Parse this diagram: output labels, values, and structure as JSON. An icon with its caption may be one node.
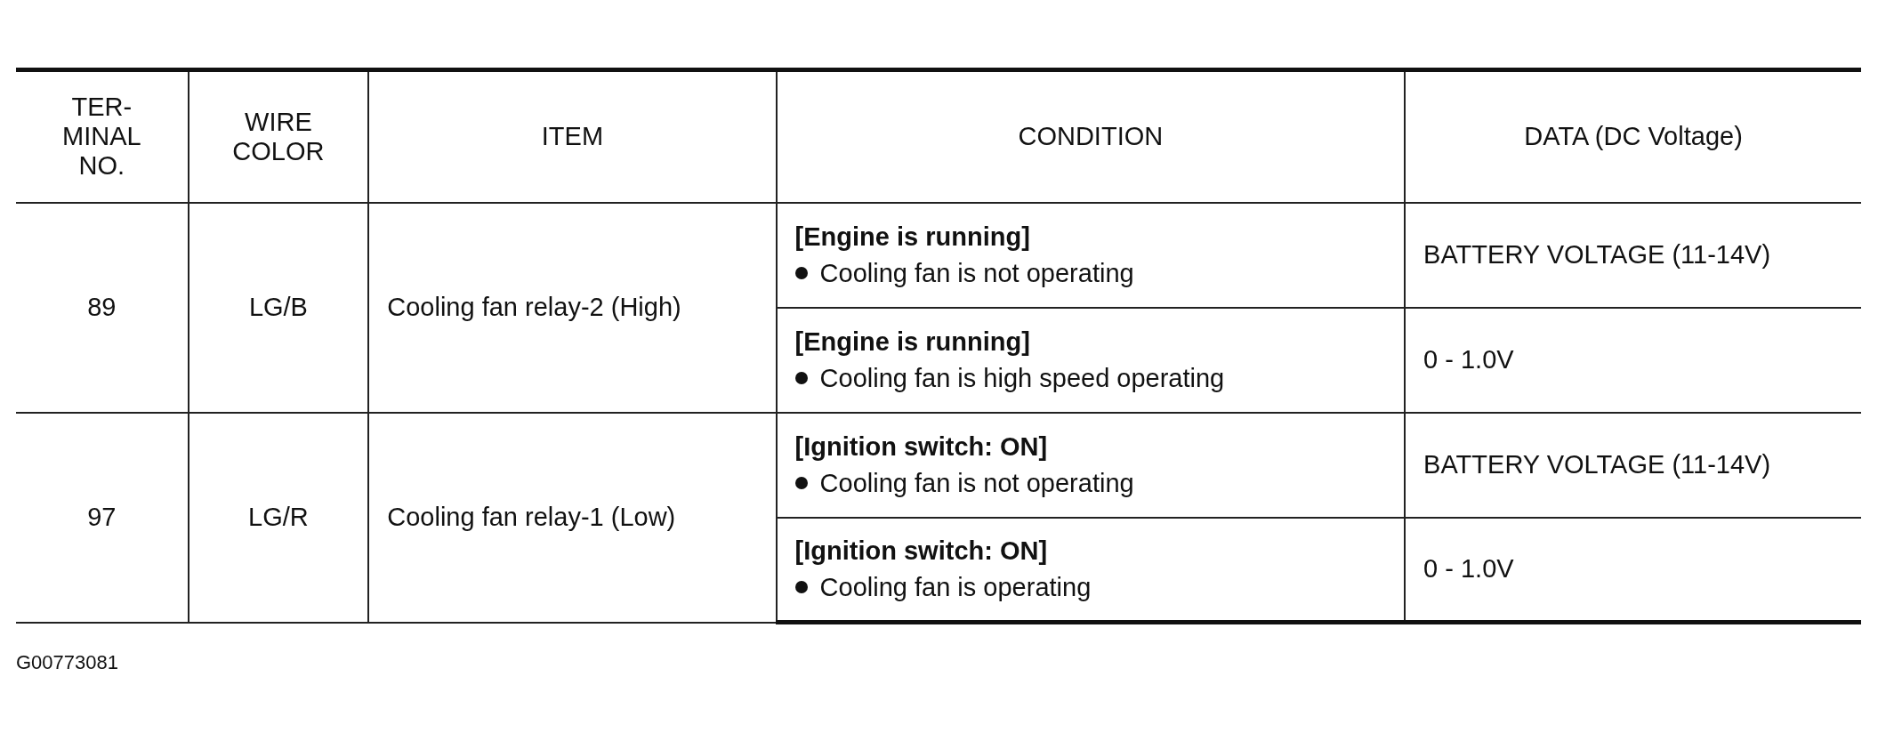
{
  "diagram": {
    "labels": [
      "TER- MINAL NO.",
      "WIRE COLOR",
      "ITEM",
      "CONDITION",
      "DATA (DC Voltage)",
      "89",
      "LG/B",
      "Cooling fan relay-2 (High)",
      "[Engine is running]",
      "Cooling fan is not operating",
      "BATTERY VOLTAGE (11-14V)",
      "[Engine is running]",
      "Cooling fan is high speed operating",
      "0 - 1.0V",
      "97",
      "LG/R",
      "Cooling fan relay-1 (Low)",
      "[Ignition switch: ON]",
      "Cooling fan is not operating",
      "BATTERY VOLTAGE (11-14V)",
      "[Ignition switch: ON]",
      "Cooling fan is operating",
      "0 - 1.0V",
      "G00773081"
    ]
  }
}
